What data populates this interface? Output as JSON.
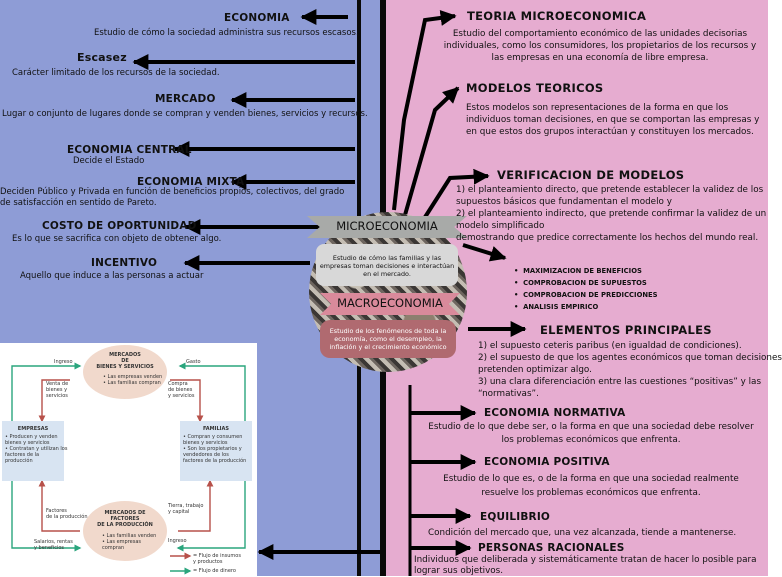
{
  "left": {
    "economia": {
      "title": "ECONOMIA",
      "desc": "Estudio de cómo la sociedad administra sus recursos escasos."
    },
    "escasez": {
      "title": "Escasez",
      "desc": "Carácter limitado de los recursos de la sociedad."
    },
    "mercado": {
      "title": "MERCADO",
      "desc": "Lugar o conjunto de lugares donde se compran y venden bienes, servicios y recursos."
    },
    "economia_central": {
      "title": "ECONOMIA CENTRAL",
      "desc": "Decide el Estado"
    },
    "economia_mixta": {
      "title": "ECONOMIA MIXTA",
      "desc1": "Deciden Público y Privada en función de beneficios propios, colectivos, del grado",
      "desc2": "de satisfacción en sentido de Pareto."
    },
    "costo_oportunidad": {
      "title": "COSTO DE OPORTUNIDAD",
      "desc": "Es lo que se sacrifica con objeto de obtener algo."
    },
    "incentivo": {
      "title": "INCENTIVO",
      "desc": "Aquello que induce a las personas a actuar"
    }
  },
  "center": {
    "micro_label": "MICROECONOMIA",
    "micro_desc": "Estudio de cómo las familias y las empresas toman decisiones e interactúan en el mercado.",
    "macro_label": "MACROECONOMIA",
    "macro_desc": "Estudio de los fenómenos de toda la economía, como el desempleo, la inflación y el crecimiento económico"
  },
  "right": {
    "teoria": {
      "title": "TEORIA MICROECONOMICA",
      "desc": "Estudio del comportamiento económico de las unidades decisorias individuales, como los consumidores, los propietarios de los recursos y las empresas en una economía de libre empresa."
    },
    "modelos": {
      "title": "MODELOS TEORICOS",
      "desc": "Estos modelos son representaciones de la forma en que los individuos toman decisiones, en que se comportan las empresas y en que estos dos grupos interactúan y constituyen los mercados."
    },
    "verificacion": {
      "title": "VERIFICACION DE MODELOS",
      "lines": [
        "1) el planteamiento directo, que pretende establecer la validez de los",
        "supuestos básicos que fundamentan el modelo y",
        "2) el planteamiento indirecto, que pretende confirmar la validez de un",
        "modelo simplificado",
        "demostrando que predice correctamente los hechos del mundo real."
      ]
    },
    "bullets": [
      "MAXIMIZACION DE BENEFICIOS",
      "COMPROBACION DE SUPUESTOS",
      "COMPROBACION DE PREDICCIONES",
      "ANALISIS EMPIRICO"
    ],
    "elementos": {
      "title": "ELEMENTOS PRINCIPALES",
      "lines": [
        "1) el supuesto ceteris paribus (en igualdad de condiciones).",
        "2) el supuesto de que los agentes económicos que toman decisiones",
        "pretenden optimizar algo.",
        "3) una clara diferenciación entre las cuestiones “positivas” y las",
        "“normativas”."
      ]
    },
    "normativa": {
      "title": "ECONOMIA NORMATIVA",
      "lines": [
        "Estudio de lo que debe ser, o la forma en que una sociedad debe resolver",
        "los problemas económicos que enfrenta."
      ]
    },
    "positiva": {
      "title": "ECONOMIA POSITIVA",
      "lines": [
        "Estudio de lo que es, o de la forma en que una sociedad realmente",
        "resuelve los problemas económicos que enfrenta."
      ]
    },
    "equilibrio": {
      "title": "EQUILIBRIO",
      "desc": "Condición del mercado que, una vez alcanzada, tiende a mantenerse."
    },
    "personas": {
      "title": "PERSONAS RACIONALES",
      "lines": [
        "Individuos que deliberada y sistemáticamente tratan de hacer lo posible para",
        "lograr sus objetivos."
      ]
    }
  },
  "flow": {
    "mercados_bs": [
      "MERCADOS",
      "DE",
      "BIENES Y SERVICIOS"
    ],
    "mbs_items": [
      "• Las empresas venden",
      "• Las familias compran"
    ],
    "empresas": "EMPRESAS",
    "empresas_items": [
      "• Producen y venden",
      "  bienes y servicios",
      "• Contratan y utilizan los",
      "  factores de la",
      "  producción"
    ],
    "familias": "FAMILIAS",
    "familias_items": [
      "• Compran y consumen",
      "  bienes y servicios",
      "• Son los propietarios y",
      "  vendedores de los",
      "  factores de la producción"
    ],
    "mercados_fp": [
      "MERCADOS DE",
      "FACTORES",
      "DE LA PRODUCCIÓN"
    ],
    "mfp_items": [
      "• Las familias venden",
      "• Las empresas",
      "  compran"
    ],
    "ingreso_top": "Ingreso",
    "gasto": "Gasto",
    "venta": [
      "Venta de",
      "bienes y",
      "servicios"
    ],
    "compra": [
      "Compra",
      "de bienes",
      "y servicios"
    ],
    "factores": [
      "Factores",
      "de la producción"
    ],
    "tierra": [
      "Tierra, trabajo",
      "y capital"
    ],
    "salarios": [
      "Salarios, rentas",
      "y beneficios"
    ],
    "ingreso_bottom": "Ingreso",
    "legend1": [
      "= Flujo de insumos",
      "  y productos"
    ],
    "legend2": "= Flujo de dinero"
  }
}
